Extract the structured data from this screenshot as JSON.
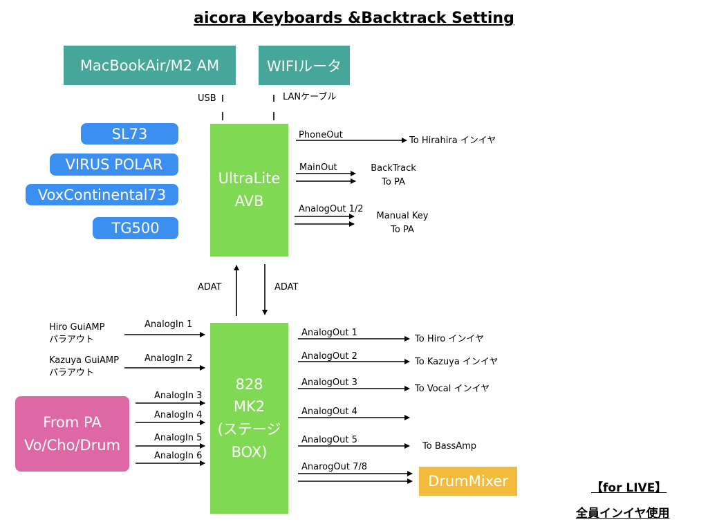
{
  "title": "aicora Keyboards &Backtrack Setting",
  "top": {
    "macbook": "MacBookAir/M2 AM",
    "router": "WIFIルータ",
    "usb": "USB",
    "lan": "LANケーブル"
  },
  "keyboards": [
    "SL73",
    "VIRUS POLAR",
    "VoxContinental73",
    "TG500"
  ],
  "ultralite": {
    "line1": "UltraLite",
    "line2": "AVB"
  },
  "ultralite_outputs": {
    "phone_out": "PhoneOut",
    "phone_dest": "To Hirahira インイヤ",
    "main_out": "MainOut",
    "main_dest_1": "BackTrack",
    "main_dest_2": "To PA",
    "analog_out": "AnalogOut 1/2",
    "analog_dest_1": "Manual Key",
    "analog_dest_2": "To PA"
  },
  "adat": {
    "up": "ADAT",
    "down": "ADAT"
  },
  "box828": {
    "line1": "828",
    "line2": "MK2",
    "line3": "(ステージ",
    "line4": "BOX)"
  },
  "inputs": {
    "hiro_1": "Hiro GuiAMP",
    "hiro_2": "パラアウト",
    "in1": "AnalogIn 1",
    "kazuya_1": "Kazuya GuiAMP",
    "kazuya_2": "パラアウト",
    "in2": "AnalogIn 2",
    "in3": "AnalogIn 3",
    "in4": "AnalogIn 4",
    "in5": "AnalogIn 5",
    "in6": "AnalogIn 6"
  },
  "from_pa": {
    "line1": "From PA",
    "line2": "Vo/Cho/Drum"
  },
  "outputs828": {
    "out1": "AnalogOut 1",
    "out1_dest": "To Hiro インイヤ",
    "out2": "AnalogOut 2",
    "out2_dest": "To Kazuya インイヤ",
    "out3": "AnalogOut 3",
    "out3_dest": "To Vocal インイヤ",
    "out4": "AnalogOut 4",
    "out5": "AnalogOut 5",
    "out5_dest": "To BassAmp",
    "out78": "AnarogOut 7/8"
  },
  "drum_mixer": "DrumMixer",
  "footer": {
    "live": "【for LIVE】",
    "note": "全員インイヤ使用"
  },
  "colors": {
    "teal": "#46a699",
    "blue": "#3b8ff0",
    "green": "#80d952",
    "pink": "#de68a6",
    "orange": "#f2bb3c"
  }
}
